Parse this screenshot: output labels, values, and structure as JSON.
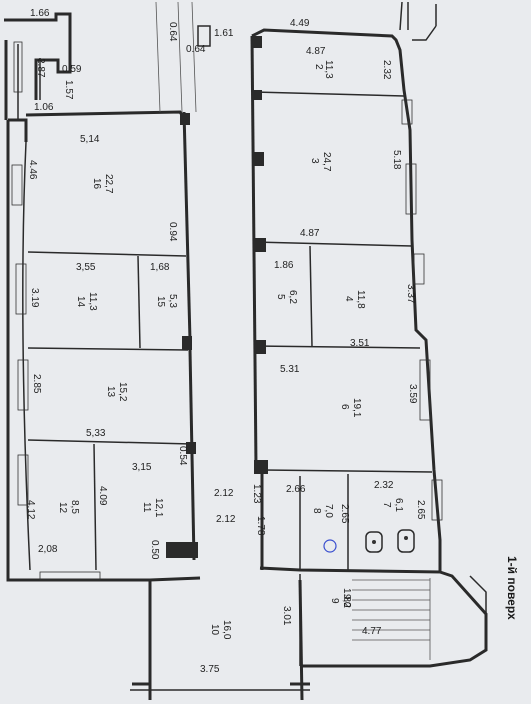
{
  "title": "1-й поверх",
  "rooms": [
    {
      "id": "room-2",
      "number": "2",
      "area": "11,3"
    },
    {
      "id": "room-3",
      "number": "3",
      "area": "24,7"
    },
    {
      "id": "room-4",
      "number": "4",
      "area": "11,8"
    },
    {
      "id": "room-5",
      "number": "5",
      "area": "6,2"
    },
    {
      "id": "room-6",
      "number": "6",
      "area": "19,1"
    },
    {
      "id": "room-7",
      "number": "7",
      "area": "6,1"
    },
    {
      "id": "room-8",
      "number": "8",
      "area": "7,0"
    },
    {
      "id": "room-9",
      "number": "9",
      "area": "9,2"
    },
    {
      "id": "room-10",
      "number": "10",
      "area": "16,0"
    },
    {
      "id": "room-11",
      "number": "11",
      "area": "12,1"
    },
    {
      "id": "room-12",
      "number": "12",
      "area": "8,5"
    },
    {
      "id": "room-13",
      "number": "13",
      "area": "15,2"
    },
    {
      "id": "room-14",
      "number": "14",
      "area": "11,3"
    },
    {
      "id": "room-15",
      "number": "15",
      "area": "5,3"
    },
    {
      "id": "room-16",
      "number": "16",
      "area": "22,7"
    }
  ],
  "dimensions": [
    {
      "id": "d1",
      "text": "1.66"
    },
    {
      "id": "d2",
      "text": "2.87"
    },
    {
      "id": "d3",
      "text": "0.59"
    },
    {
      "id": "d4",
      "text": "1.57"
    },
    {
      "id": "d5",
      "text": "1.06"
    },
    {
      "id": "d6",
      "text": "0.64"
    },
    {
      "id": "d7",
      "text": "0.64"
    },
    {
      "id": "d8",
      "text": "1.61"
    },
    {
      "id": "d9",
      "text": "4.49"
    },
    {
      "id": "d10",
      "text": "4.87"
    },
    {
      "id": "d11",
      "text": "2.32"
    },
    {
      "id": "d12",
      "text": "5,14"
    },
    {
      "id": "d13",
      "text": "4.46"
    },
    {
      "id": "d14",
      "text": "5.18"
    },
    {
      "id": "d15",
      "text": "0.94"
    },
    {
      "id": "d16",
      "text": "4.87"
    },
    {
      "id": "d17",
      "text": "3,55"
    },
    {
      "id": "d18",
      "text": "1,68"
    },
    {
      "id": "d19",
      "text": "1.86"
    },
    {
      "id": "d20",
      "text": "3.37"
    },
    {
      "id": "d21",
      "text": "3.19"
    },
    {
      "id": "d22",
      "text": "3.51"
    },
    {
      "id": "d23",
      "text": "5.31"
    },
    {
      "id": "d24",
      "text": "2.85"
    },
    {
      "id": "d25",
      "text": "3.59"
    },
    {
      "id": "d26",
      "text": "5,33"
    },
    {
      "id": "d27",
      "text": "0.54"
    },
    {
      "id": "d28",
      "text": "3,15"
    },
    {
      "id": "d29",
      "text": "2.12"
    },
    {
      "id": "d30",
      "text": "2.12"
    },
    {
      "id": "d31",
      "text": "1.23"
    },
    {
      "id": "d32",
      "text": "1.78"
    },
    {
      "id": "d33",
      "text": "2.66"
    },
    {
      "id": "d34",
      "text": "2.32"
    },
    {
      "id": "d35",
      "text": "2.65"
    },
    {
      "id": "d36",
      "text": "2.65"
    },
    {
      "id": "d37",
      "text": "4.09"
    },
    {
      "id": "d38",
      "text": "4.12"
    },
    {
      "id": "d39",
      "text": "2,08"
    },
    {
      "id": "d40",
      "text": "0.50"
    },
    {
      "id": "d41",
      "text": "3.01"
    },
    {
      "id": "d42",
      "text": "1.80"
    },
    {
      "id": "d43",
      "text": "4.77"
    },
    {
      "id": "d44",
      "text": "3.75"
    }
  ]
}
